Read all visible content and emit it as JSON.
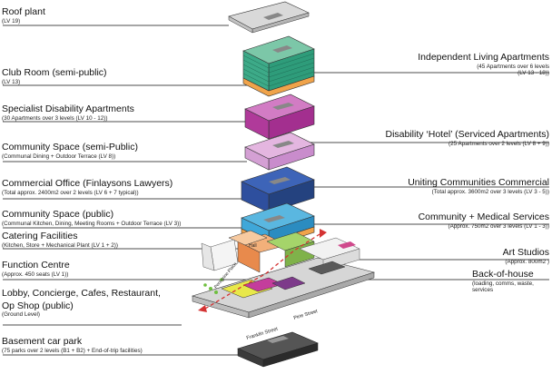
{
  "labels_left": [
    {
      "title": "Roof plant",
      "sub": "(LV 19)"
    },
    {
      "title": "Club Room (semi-public)",
      "sub": "(LV 13)"
    },
    {
      "title": "Specialist Disability Apartments",
      "sub": "(30 Apartments over 3 levels (LV 10 - 12))"
    },
    {
      "title": "Community Space (semi-Public)",
      "sub": "(Communal Dining + Outdoor Terrace (LV 8))"
    },
    {
      "title": "Commercial Office (Finlaysons Lawyers)",
      "sub": "(Total approx. 2400m2 over 2 levels (LV 6 + 7 typical))"
    },
    {
      "title": "Community Space (public)",
      "sub": "(Communal Kitchen, Dining, Meeting Rooms + Outdoor Terrace (LV 3))"
    },
    {
      "title": "Catering Facilities",
      "sub": "(Kitchen, Store + Mechanical Plant (LV 1 + 2))"
    },
    {
      "title": "Function Centre",
      "sub": "(Approx. 450 seats (LV 1))"
    },
    {
      "title": "Lobby, Concierge, Cafes, Restaurant,",
      "title2": "Op Shop (public)",
      "sub": "(Ground Level)"
    },
    {
      "title": "Basement car park",
      "sub": "(75 parks over 2 levels (B1 + B2) + End-of-trip facilities)"
    }
  ],
  "labels_right": [
    {
      "title": "Independent Living Apartments",
      "sub": "(45 Apartments over 6 levels",
      "sub2": "(LV 13 - 18))"
    },
    {
      "title": "Disability ‘Hotel’ (Serviced Apartments)",
      "sub": "(25 Apartments over 2 levels (LV 8 + 9))"
    },
    {
      "title": "Uniting Communities Commercial",
      "sub": "(Total approx. 3600m2 over 3 levels (LV 3 - 5))"
    },
    {
      "title": "Community + Medical Services",
      "sub": "(Approx. 750m2 over 3 levels (LV 1 - 3))"
    },
    {
      "title": "Art Studios",
      "sub": "(Approx. 800m2 )"
    },
    {
      "title": "Back-of-house",
      "sub": "(loading, comms, waste,",
      "sub2": "services"
    }
  ],
  "streets": {
    "pirie": "Pirie Street",
    "franklin": "Franklin Street",
    "peregrine": "Peregrine Place",
    "hall": "Hall"
  },
  "colors": {
    "roof": "#d9d9d9",
    "living": "#2e9c7a",
    "club": "#f0a34a",
    "disability": "#b03a9a",
    "hotel": "#c98ccc",
    "office": "#2e4f9e",
    "uc_commercial": "#3fa7d9",
    "community": "#8bc34a",
    "base": "#cfcfcf",
    "basement": "#333333"
  }
}
